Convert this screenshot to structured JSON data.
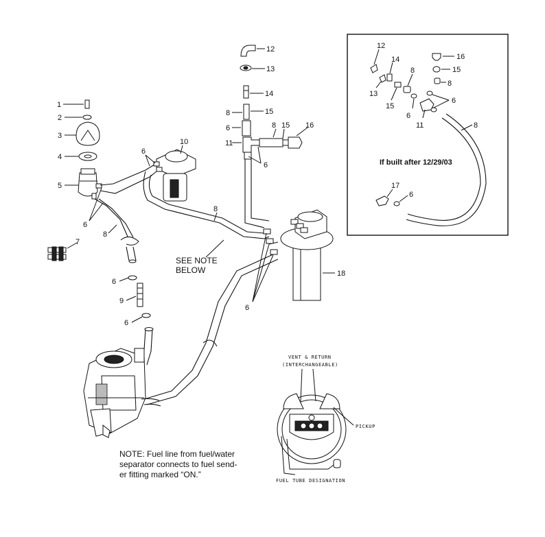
{
  "callouts": {
    "c1": "1",
    "c2": "2",
    "c3": "3",
    "c4": "4",
    "c5": "5",
    "c6a": "6",
    "c6b": "6",
    "c6c": "6",
    "c6d": "6",
    "c6e": "6",
    "c6f": "6",
    "c6g": "6",
    "c7": "7",
    "c8a": "8",
    "c8b": "8",
    "c8c": "8",
    "c8d": "8",
    "c9": "9",
    "c10": "10",
    "c11": "11",
    "c12": "12",
    "c13": "13",
    "c14": "14",
    "c15a": "15",
    "c15b": "15",
    "c16": "16",
    "c18": "18"
  },
  "see_note": {
    "line1": "SEE NOTE",
    "line2": "BELOW"
  },
  "note": {
    "line1": "NOTE:  Fuel line from fuel/water",
    "line2": "separator connects to fuel send-",
    "line3": "er fitting marked “ON.”"
  },
  "inset": {
    "caption": "If built after 12/29/03",
    "callouts": {
      "c12": "12",
      "c14": "14",
      "c8a": "8",
      "c16": "16",
      "c15a": "15",
      "c8b": "8",
      "c13": "13",
      "c15b": "15",
      "c6a": "6",
      "c6b": "6",
      "c11": "11",
      "c8c": "8",
      "c17": "17",
      "c6c": "6"
    }
  },
  "sender_detail": {
    "vent_line1": "VENT & RETURN",
    "vent_line2": "(INTERCHANGEABLE)",
    "pickup": "PICKUP",
    "designation": "FUEL TUBE DESIGNATION"
  }
}
